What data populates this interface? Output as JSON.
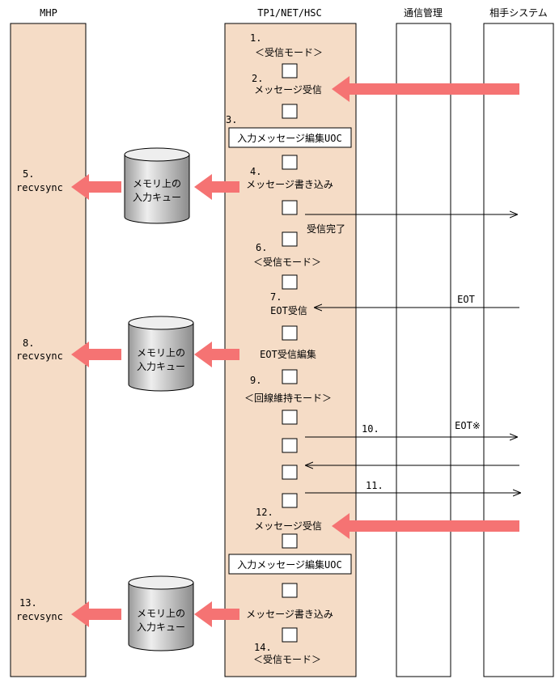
{
  "colors": {
    "column_fill": "#f5dcc6",
    "column_stroke": "#000000",
    "arrow": "#f57373",
    "queue_light": "#eeeeee",
    "queue_dark": "#9a9a9a"
  },
  "columns": {
    "mhp": "MHP",
    "tp1": "TP1/NET/HSC",
    "comm": "通信管理",
    "remote": "相手システム"
  },
  "steps": {
    "s1_num": "1.",
    "s1_text": "＜受信モード＞",
    "s2_num": "2.",
    "s2_text": "メッセージ受信",
    "s3_num": "3.",
    "s3_box": "入力メッセージ編集UOC",
    "s4_num": "4.",
    "s4_text": "メッセージ書き込み",
    "recv_done": "受信完了",
    "s5_num": "5.",
    "s5_text": "recvsync",
    "s6_num": "6.",
    "s6_text": "＜受信モード＞",
    "s7_num": "7.",
    "s7_text": "EOT受信",
    "eot": "EOT",
    "s8_num": "8.",
    "s8_text": "recvsync",
    "eot_edit": "EOT受信編集",
    "s9_num": "9.",
    "s9_text": "＜回線維持モード＞",
    "s10_num": "10.",
    "eot_star": "EOT※",
    "s11_num": "11.",
    "s12_num": "12.",
    "s12_text": "メッセージ受信",
    "s12_box": "入力メッセージ編集UOC",
    "s13_num": "13.",
    "s13_text": "recvsync",
    "s13_write": "メッセージ書き込み",
    "s14_num": "14.",
    "s14_text": "＜受信モード＞"
  },
  "queue": {
    "line1": "メモリ上の",
    "line2": "入力キュー"
  }
}
